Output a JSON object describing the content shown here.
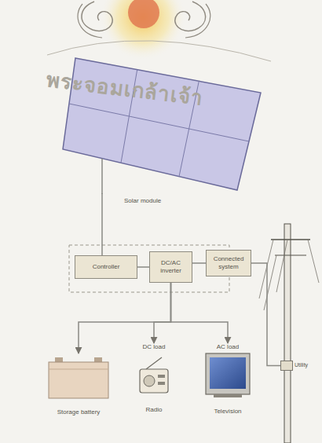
{
  "diagram": {
    "nodes": [
      {
        "text": [
          "Solar module"
        ]
      },
      {
        "text": [
          "Controller"
        ]
      },
      {
        "text": [
          "DC/AC inverter"
        ]
      },
      {
        "text": [
          "Connected system"
        ]
      },
      {
        "text": [
          "Storage battery"
        ]
      },
      {
        "text": [
          "DC load",
          "Radio"
        ]
      },
      {
        "text": [
          "AC load",
          "Television"
        ]
      },
      {
        "text": [
          "Utility"
        ]
      }
    ],
    "edges": [
      {
        "from": 0,
        "to": 1,
        "arrow": "none"
      },
      {
        "from": 1,
        "to": 2,
        "arrow": "none"
      },
      {
        "from": 2,
        "to": 3,
        "arrow": "none"
      },
      {
        "from": 2,
        "to": 4,
        "arrow": "to"
      },
      {
        "from": 2,
        "to": 5,
        "arrow": "to"
      },
      {
        "from": 2,
        "to": 6,
        "arrow": "to"
      },
      {
        "from": 3,
        "to": 7,
        "arrow": "none"
      }
    ],
    "labels": [
      "พระจอมเกล้าเจ้า"
    ]
  }
}
